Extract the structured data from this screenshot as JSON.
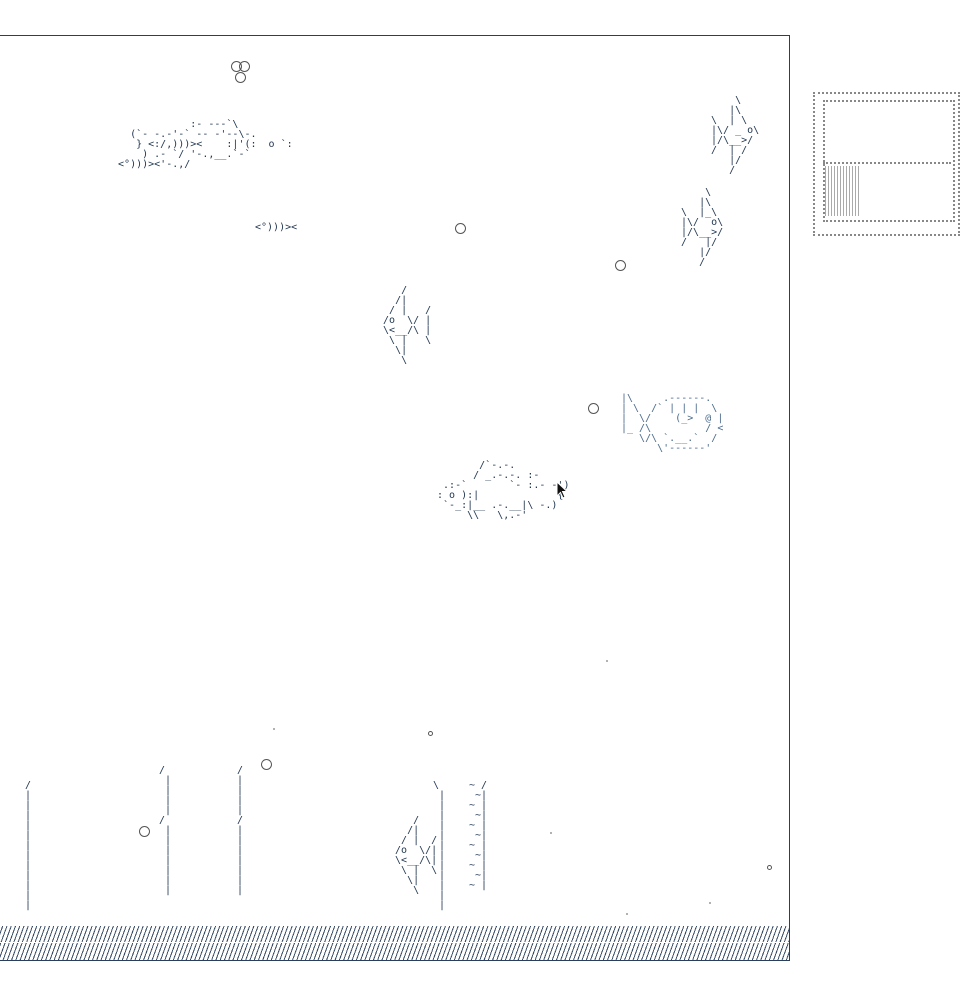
{
  "tank": {
    "fish": [
      {
        "name": "big-fish-top-left",
        "art": "              :- ---`\\\n    (`- -.-'-` -- -'--\\-.\n     } <:/,)))><    :|'(:  o `:\n      ) .- `/ '-.,__.`-`\n  <°)))><'-.,/ "
      },
      {
        "name": "small-fish-mid",
        "art": "<°)))><"
      },
      {
        "name": "angelfish-center",
        "art": "     /\n    /|\n   / |   /\n  /o  \\/ |\n  \\<__/\\ |\n   \\ |   \\\n    \\|\n     \\"
      },
      {
        "name": "angelfish-right-top",
        "art": "      \\\n     |\\\n  \\  | \\\n  |\\/ _ o\\\n  |/\\__>/\n  /  | /\n     |/\n     /"
      },
      {
        "name": "angelfish-right-low",
        "art": "     \\\n    |\\\n \\  |_\\\n |\\/  o\\\n |/\\__>/\n /   |/\n    |/\n    /"
      },
      {
        "name": "pufferfish",
        "art": "|\\     .------.\n| \\  /` | | |  \\\n|  \\/    (_>  @ |\n|_ /\\         / <\n   \\/\\ `.__.`  /\n      \\'------'"
      },
      {
        "name": "big-fish-center",
        "art": "        /`-.-.\n       / _.-.-. :-\n  .:-`       `- :.- -')\n : o ):|             {\n  `-_:|__ .-.__|\\ -.)\n      \\\\   \\,.-'"
      },
      {
        "name": "angelfish-bottom",
        "art": "     /\n    /|\n   / |  /\n  /o  \\/|\n  \\<__/\\|\n   \\ |  \\\n    \\|\n     \\"
      }
    ],
    "seaweed": [
      {
        "name": "seaweed-1",
        "art": "/\n|\n|\n|\n|\n|\n|\n|\n|\n|\n|\n|\n|"
      },
      {
        "name": "seaweed-2",
        "art": "/\n |\n |\n |\n |\n/\n |\n |\n |\n |\n |\n |\n |"
      },
      {
        "name": "seaweed-3",
        "art": "/\n|\n|\n|\n|\n/\n|\n|\n|\n|\n|\n|\n|"
      },
      {
        "name": "seaweed-4",
        "art": "\\\n |\n |\n |\n |\n |\n |\n |\n |\n |\n |\n |\n |"
      },
      {
        "name": "seaweed-5",
        "art": "~ /\n ~|\n~ |\n ~|\n~ |\n ~|\n~ |\n ~|\n~ |\n ~|\n~ |"
      }
    ]
  },
  "minimap": {
    "label": "window-minimap"
  }
}
